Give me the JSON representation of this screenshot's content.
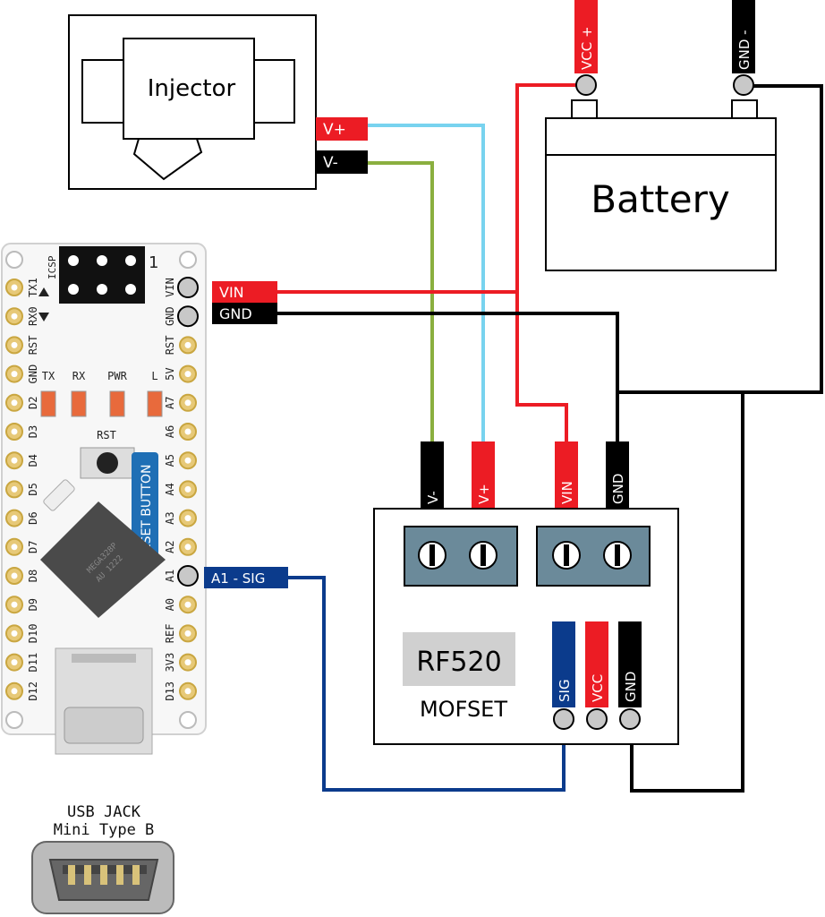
{
  "colors": {
    "red": "#ec1c24",
    "black": "#000000",
    "cyan": "#78d3ef",
    "green": "#8aaf3f",
    "blue": "#0b3b8c",
    "terminal": "#6b8a9a",
    "board_bg": "#f7f7f7",
    "chip": "#444444"
  },
  "injector": {
    "title": "Injector",
    "vplus_label": "V+",
    "vminus_label": "V-"
  },
  "battery": {
    "title": "Battery",
    "vcc_label": "VCC +",
    "gnd_label": "GND -"
  },
  "arduino": {
    "icsp_label": "ICSP",
    "icsp_pin1": "1",
    "left_pins": [
      "TX1",
      "RX0",
      "RST",
      "GND",
      "D2",
      "D3",
      "D4",
      "D5",
      "D6",
      "D7",
      "D8",
      "D9",
      "D10",
      "D11",
      "D12"
    ],
    "right_pins": [
      "VIN",
      "GND",
      "RST",
      "5V",
      "A7",
      "A6",
      "A5",
      "A4",
      "A3",
      "A2",
      "A1",
      "A0",
      "REF",
      "3V3",
      "D13"
    ],
    "led_labels": [
      "TX",
      "RX",
      "PWR",
      "L"
    ],
    "rst_label": "RST",
    "reset_callout": "RESET BUTTON",
    "chip_text": [
      "MEGA328P",
      "AU 1222"
    ]
  },
  "wire_labels": {
    "vin": "VIN",
    "gnd": "GND",
    "a1": "A1 - SIG"
  },
  "mosfet": {
    "title": "RF520",
    "subtitle": "MOFSET",
    "top_terminals": [
      "V-",
      "V+",
      "VIN",
      "GND"
    ],
    "header_pins": [
      "SIG",
      "VCC",
      "GND"
    ]
  },
  "usb": {
    "line1": "USB JACK",
    "line2": "Mini Type B"
  }
}
